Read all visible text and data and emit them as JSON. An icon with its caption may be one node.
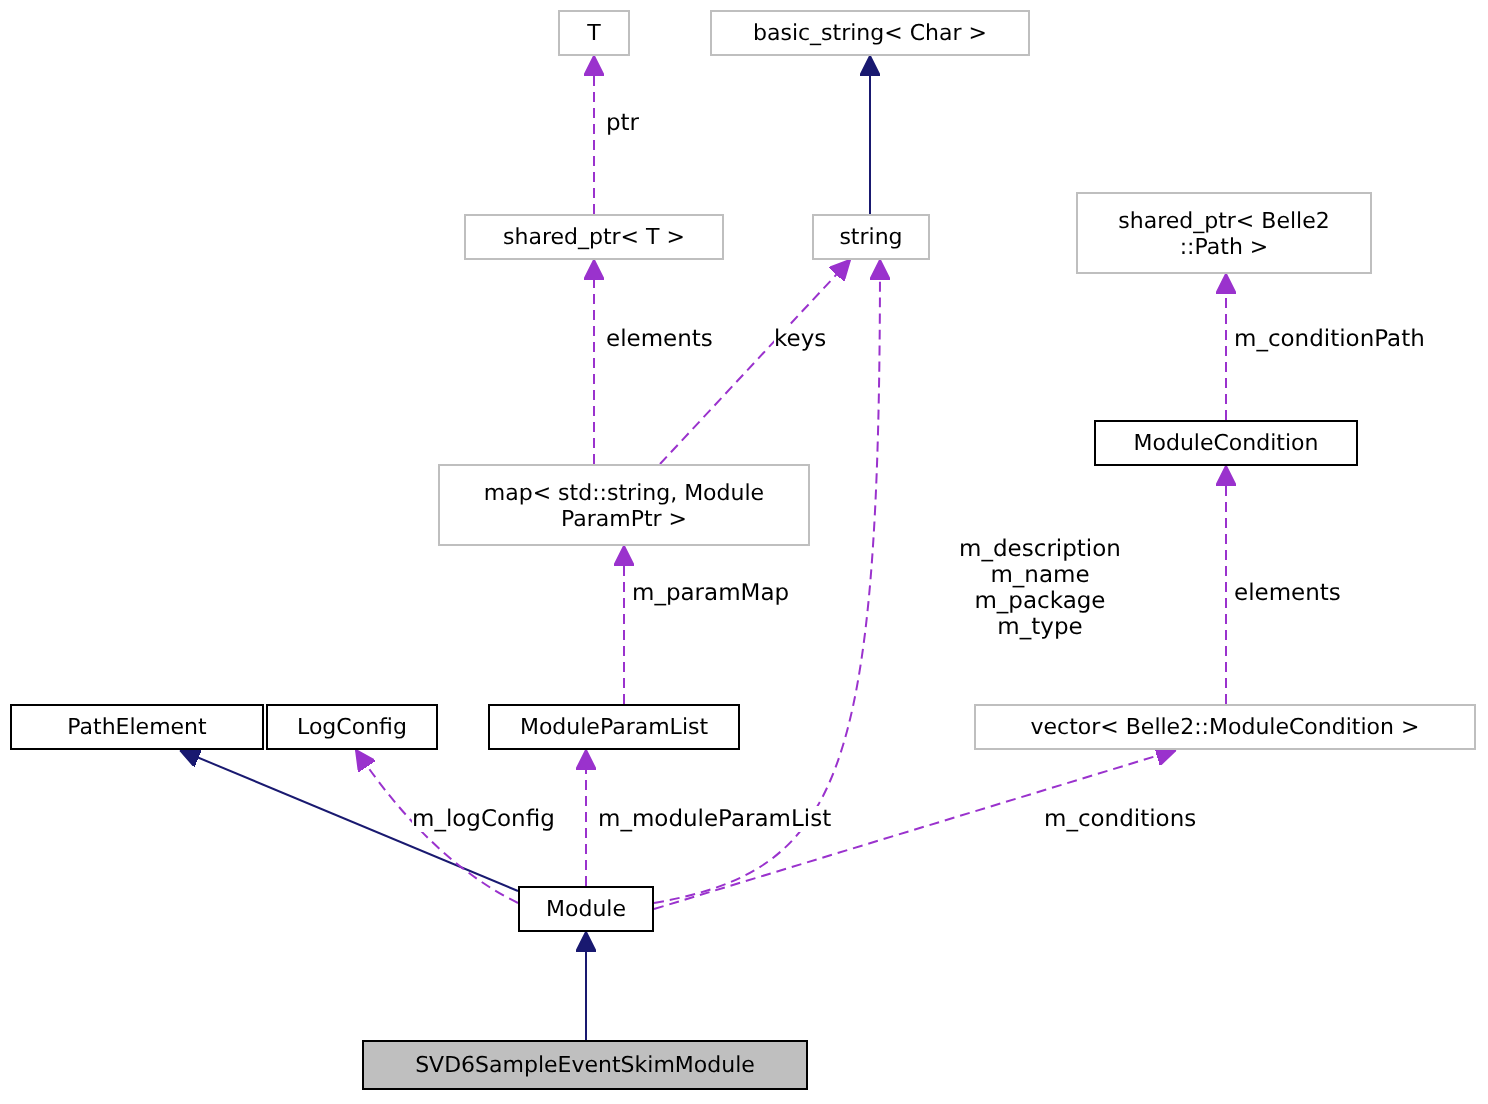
{
  "diagram": {
    "nodes": [
      {
        "text": [
          "T"
        ]
      },
      {
        "text": [
          "basic_string< Char >"
        ]
      },
      {
        "text": [
          "shared_ptr< T >"
        ]
      },
      {
        "text": [
          "string"
        ]
      },
      {
        "text": [
          "shared_ptr< Belle2 ::Path >"
        ]
      },
      {
        "text": [
          "map< std::string, Module ParamPtr >"
        ]
      },
      {
        "text": [
          "ModuleCondition"
        ]
      },
      {
        "text": [
          "PathElement"
        ]
      },
      {
        "text": [
          "LogConfig"
        ]
      },
      {
        "text": [
          "ModuleParamList"
        ]
      },
      {
        "text": [
          "vector< Belle2::ModuleCondition >"
        ]
      },
      {
        "text": [
          "Module"
        ]
      },
      {
        "text": [
          "SVD6SampleEventSkimModule"
        ]
      }
    ],
    "edges": [
      {
        "from": 2,
        "to": 0,
        "arrow": "to",
        "label": "ptr",
        "style": "dashed"
      },
      {
        "from": 3,
        "to": 1,
        "arrow": "to",
        "color": "#191970"
      },
      {
        "from": 5,
        "to": 2,
        "arrow": "to",
        "label": "elements",
        "style": "dashed"
      },
      {
        "from": 5,
        "to": 3,
        "arrow": "to",
        "label": "keys",
        "style": "dashed"
      },
      {
        "from": 6,
        "to": 4,
        "arrow": "to",
        "label": "m_conditionPath",
        "style": "dashed"
      },
      {
        "from": 9,
        "to": 5,
        "arrow": "to",
        "label": "m_paramMap",
        "style": "dashed"
      },
      {
        "from": 10,
        "to": 6,
        "arrow": "to",
        "label": "elements",
        "style": "dashed"
      },
      {
        "from": 11,
        "to": 7,
        "arrow": "to",
        "color": "#191970"
      },
      {
        "from": 11,
        "to": 8,
        "arrow": "to",
        "label": "m_logConfig",
        "style": "dashed"
      },
      {
        "from": 11,
        "to": 9,
        "arrow": "to",
        "label": "m_moduleParamList",
        "style": "dashed"
      },
      {
        "from": 11,
        "to": 3,
        "arrow": "to",
        "label": "m_description m_name m_package m_type",
        "style": "dashed"
      },
      {
        "from": 11,
        "to": 10,
        "arrow": "to",
        "label": "m_conditions",
        "style": "dashed"
      },
      {
        "from": 12,
        "to": 11,
        "arrow": "to",
        "color": "#191970"
      }
    ]
  }
}
